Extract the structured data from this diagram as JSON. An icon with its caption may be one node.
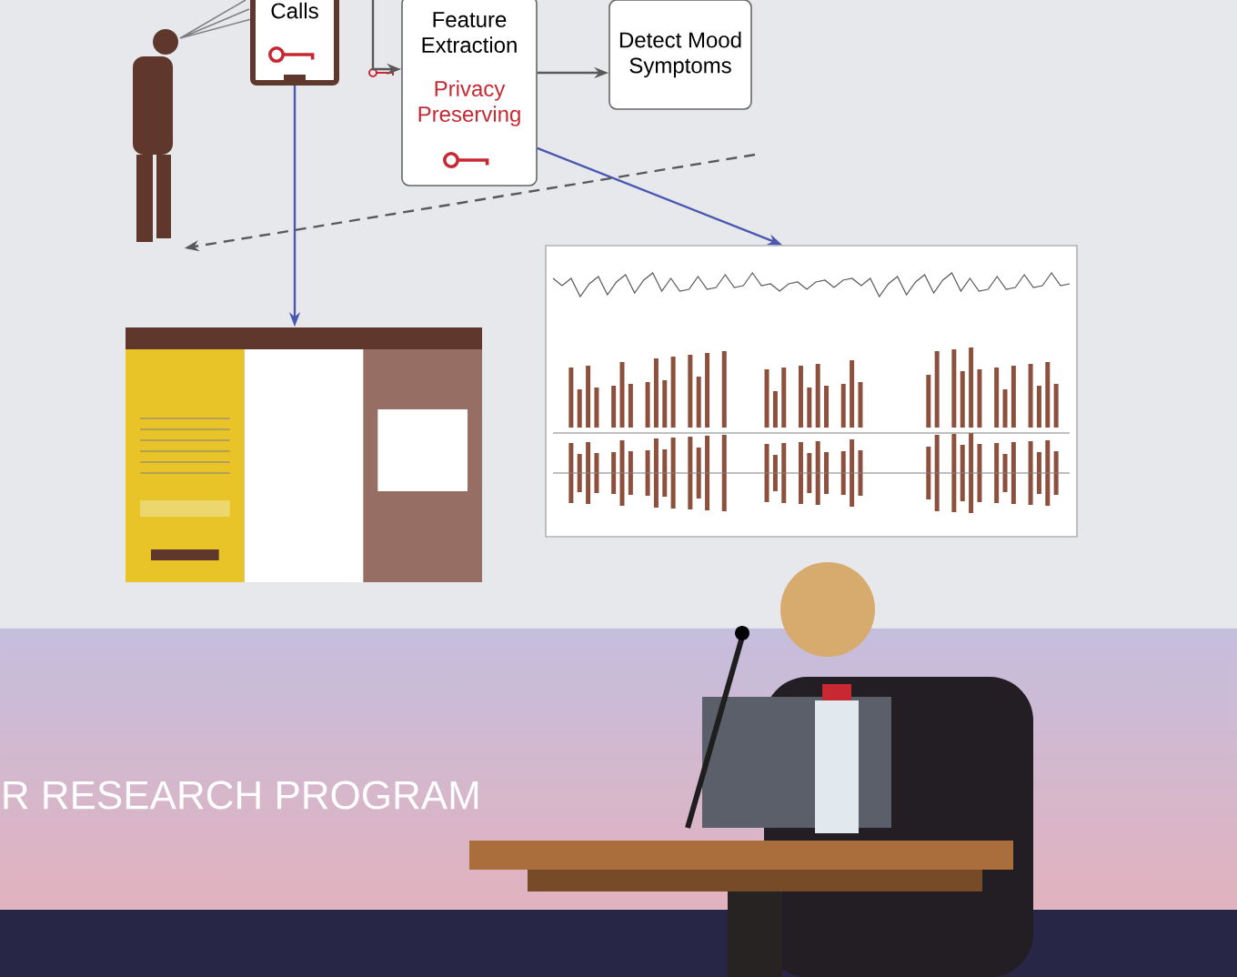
{
  "diagram": {
    "nodes": [
      {
        "text": [],
        "shape": "person"
      },
      {
        "text": [
          "Calls"
        ]
      },
      {
        "text": [
          "Feature Extraction",
          "Privacy Preserving"
        ]
      },
      {
        "text": [
          "Detect Mood Symptoms"
        ]
      },
      {
        "text": [],
        "shape": "picture"
      },
      {
        "text": [],
        "shape": "picture"
      }
    ],
    "edges": [
      {
        "from": 1,
        "to": 4,
        "arrow": "to",
        "color": "#4a58b0"
      },
      {
        "from": null,
        "to": 2,
        "arrow": "to"
      },
      {
        "from": 2,
        "to": 3,
        "arrow": "to"
      },
      {
        "from": 2,
        "to": 5,
        "arrow": "to",
        "color": "#4a58b0"
      },
      {
        "from": null,
        "to": 0,
        "arrow": "to",
        "style": "dashed"
      }
    ],
    "labels": [
      "R RESEARCH PROGRAM"
    ]
  }
}
